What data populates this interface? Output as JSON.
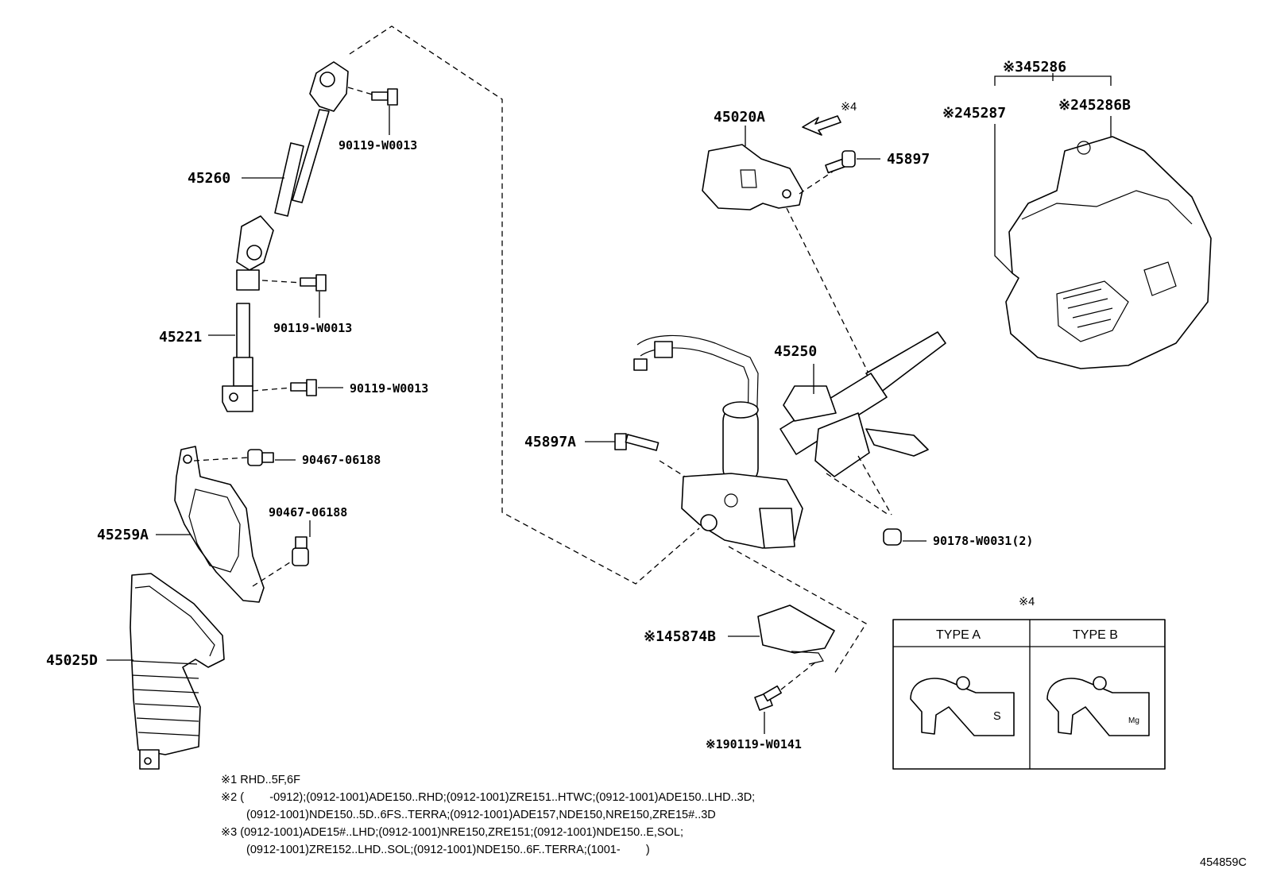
{
  "diagram_code": "454859C",
  "parts": {
    "shaft": "45260",
    "bolt_top": "90119-W0013",
    "bolt_mid": "90119-W0013",
    "shaft_lower": "45221",
    "bolt_low": "90119-W0013",
    "clip_1": "90467-06188",
    "clip_2": "90467-06188",
    "cover_plate": "45259A",
    "boot": "45025D",
    "lock_housing": "45020A",
    "mark_4_arrow": "※4",
    "screw_45897": "45897",
    "column": "45250",
    "bolt_45897a": "45897A",
    "nut": "90178-W0031(2)",
    "cover_45874b": "※145874B",
    "bolt_w0141": "※190119-W0141",
    "cover_set": "※345286",
    "cover_upper_a": "※245287",
    "cover_upper_b": "※245286B"
  },
  "type_table": {
    "mark": "※4",
    "col_a": "TYPE A",
    "col_b": "TYPE B",
    "marking_a": "S",
    "marking_b": "Mg"
  },
  "notes": [
    "※1 RHD..5F,6F",
    "※2 (        -0912);(0912-1001)ADE150..RHD;(0912-1001)ZRE151..HTWC;(0912-1001)ADE150..LHD..3D;",
    "(0912-1001)NDE150..5D..6FS..TERRA;(0912-1001)ADE157,NDE150,NRE150,ZRE15#..3D",
    "※3 (0912-1001)ADE15#..LHD;(0912-1001)NRE150,ZRE151;(0912-1001)NDE150..E,SOL;",
    "(0912-1001)ZRE152..LHD..SOL;(0912-1001)NDE150..6F..TERRA;(1001-        )"
  ]
}
